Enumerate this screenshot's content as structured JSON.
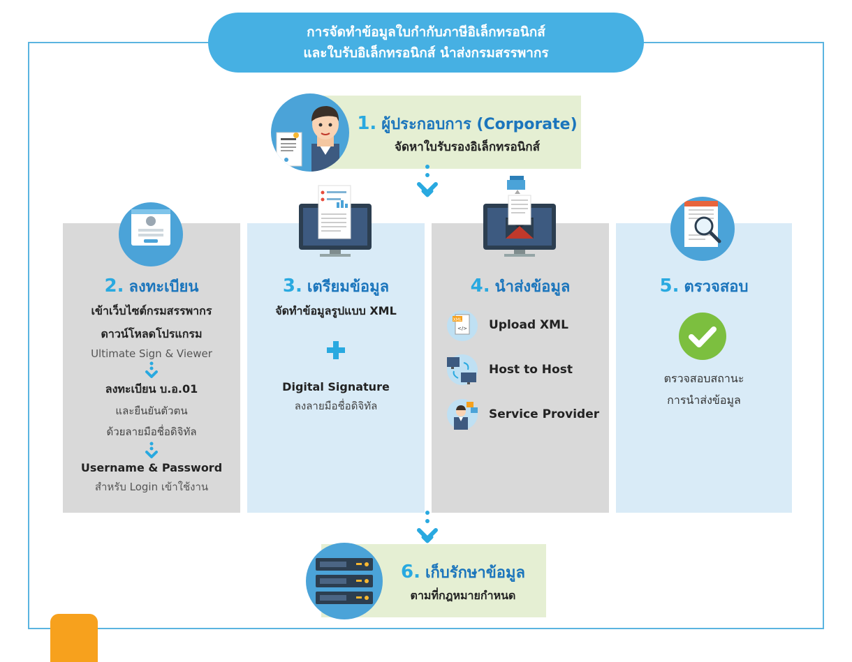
{
  "header": {
    "line1": "การจัดทำข้อมูลใบกำกับภาษีอิเล็กทรอนิกส์",
    "line2": "และใบรับอิเล็กทรอนิกส์ นำส่งกรมสรรพากร"
  },
  "step1": {
    "num": "1.",
    "title": "ผู้ประกอบการ (Corporate)",
    "desc": "จัดหาใบรับรองอิเล็กทรอนิกส์"
  },
  "step2": {
    "num": "2.",
    "title": "ลงทะเบียน",
    "line1": "เข้าเว็บไซต์กรมสรรพากร",
    "line2": "ดาวน์โหลดโปรแกรม",
    "line3": "Ultimate Sign & Viewer",
    "line4": "ลงทะเบียน บ.อ.01",
    "line5": "และยืนยันตัวตน",
    "line6": "ด้วยลายมือชื่อดิจิทัล",
    "line7": "Username & Password",
    "line8": "สำหรับ Login เข้าใช้งาน"
  },
  "step3": {
    "num": "3.",
    "title": "เตรียมข้อมูล",
    "line1": "จัดทำข้อมูลรูปแบบ XML",
    "line2": "Digital Signature",
    "line3": "ลงลายมือชื่อดิจิทัล"
  },
  "step4": {
    "num": "4.",
    "title": "นำส่งข้อมูล",
    "methods": [
      "Upload XML",
      "Host to Host",
      "Service Provider"
    ],
    "xml_badge": "XML"
  },
  "step5": {
    "num": "5.",
    "title": "ตรวจสอบ",
    "line1": "ตรวจสอบสถานะ",
    "line2": "การนำส่งข้อมูล"
  },
  "step6": {
    "num": "6.",
    "title": "เก็บรักษาข้อมูล",
    "desc": "ตามที่กฎหมายกำหนด"
  },
  "colors": {
    "accent": "#29a9e0",
    "header_bg": "#46b0e3",
    "gray_col": "#d9d9d9",
    "blue_col": "#d9ebf7",
    "green_box": "#e5efd3",
    "check_green": "#7cbf3f",
    "orange": "#f7a11d"
  }
}
